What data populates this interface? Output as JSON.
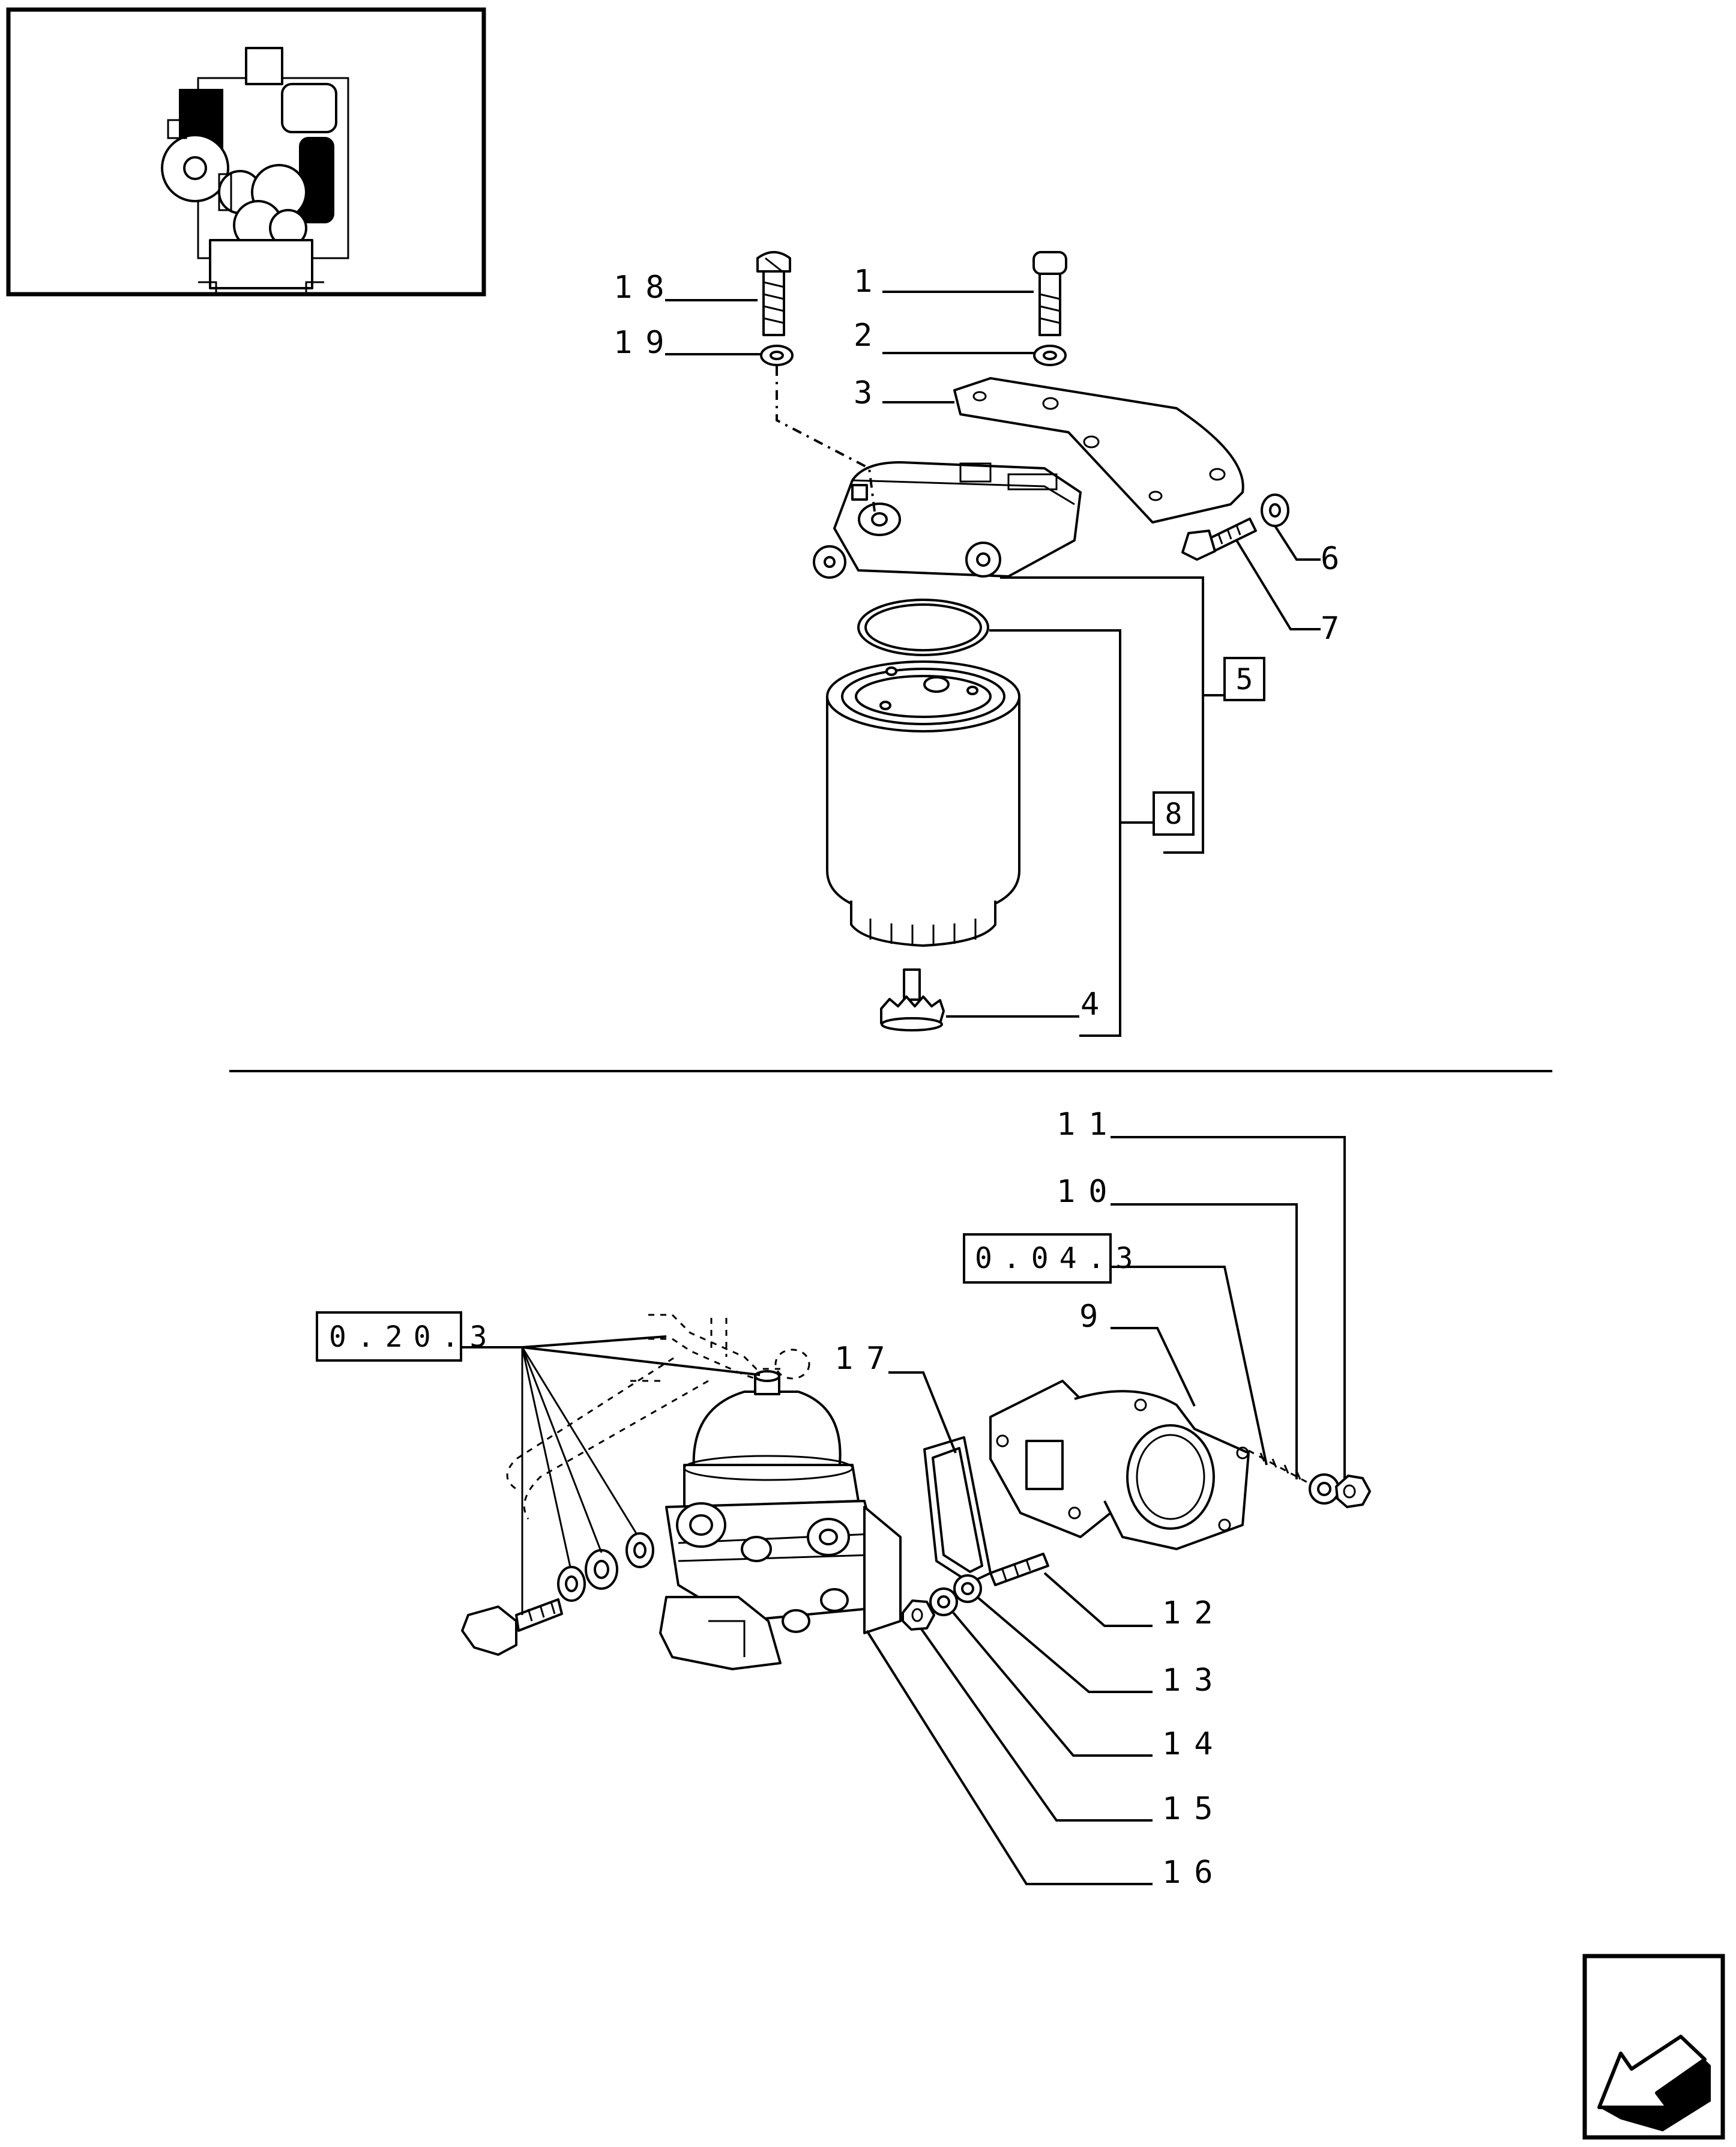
{
  "callouts": {
    "c1": "1",
    "c2": "2",
    "c3": "3",
    "c4": "4",
    "c6": "6",
    "c7": "7",
    "c9": "9",
    "c10": "10",
    "c11": "11",
    "c12": "12",
    "c13": "13",
    "c14": "14",
    "c15": "15",
    "c16": "16",
    "c17": "17",
    "c18": "18",
    "c19": "19"
  },
  "references": {
    "r5": "5",
    "r8": "8",
    "r0203": "0.20.3",
    "r0043": "0.04.3"
  },
  "icons": {
    "thumbnail": "engine-thumbnail-icon",
    "nav": "previous-page-arrow-icon"
  },
  "colors": {
    "line": "#000000",
    "background": "#ffffff"
  }
}
